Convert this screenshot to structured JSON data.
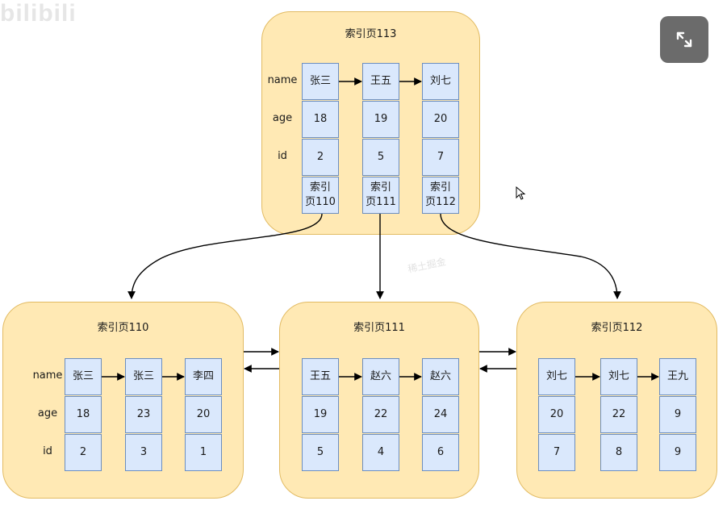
{
  "watermark": "bilibili",
  "watermark_small": "稀土掘金",
  "row_labels": {
    "name": "name",
    "age": "age",
    "id": "id"
  },
  "pages": [
    {
      "key": "p113",
      "title": "索引页113",
      "records": [
        {
          "name": "张三",
          "age": "18",
          "id": "2",
          "child": "索引\n页110"
        },
        {
          "name": "王五",
          "age": "19",
          "id": "5",
          "child": "索引\n页111"
        },
        {
          "name": "刘七",
          "age": "20",
          "id": "7",
          "child": "索引\n页112"
        }
      ]
    },
    {
      "key": "p110",
      "title": "索引页110",
      "records": [
        {
          "name": "张三",
          "age": "18",
          "id": "2"
        },
        {
          "name": "张三",
          "age": "23",
          "id": "3"
        },
        {
          "name": "李四",
          "age": "20",
          "id": "1"
        }
      ]
    },
    {
      "key": "p111",
      "title": "索引页111",
      "records": [
        {
          "name": "王五",
          "age": "19",
          "id": "5"
        },
        {
          "name": "赵六",
          "age": "22",
          "id": "4"
        },
        {
          "name": "赵六",
          "age": "24",
          "id": "6"
        }
      ]
    },
    {
      "key": "p112",
      "title": "索引页112",
      "records": [
        {
          "name": "刘七",
          "age": "20",
          "id": "7"
        },
        {
          "name": "刘七",
          "age": "22",
          "id": "8"
        },
        {
          "name": "王九",
          "age": "9",
          "id": "9"
        }
      ]
    }
  ],
  "colors": {
    "page_fill": "#ffe9b4",
    "page_border": "#e2bb63",
    "cell_fill": "#dae8fc",
    "cell_border": "#6c8ebf",
    "arrow": "#000000"
  },
  "icons": {
    "expand": "expand-icon",
    "cursor": "mouse-pointer-icon"
  }
}
